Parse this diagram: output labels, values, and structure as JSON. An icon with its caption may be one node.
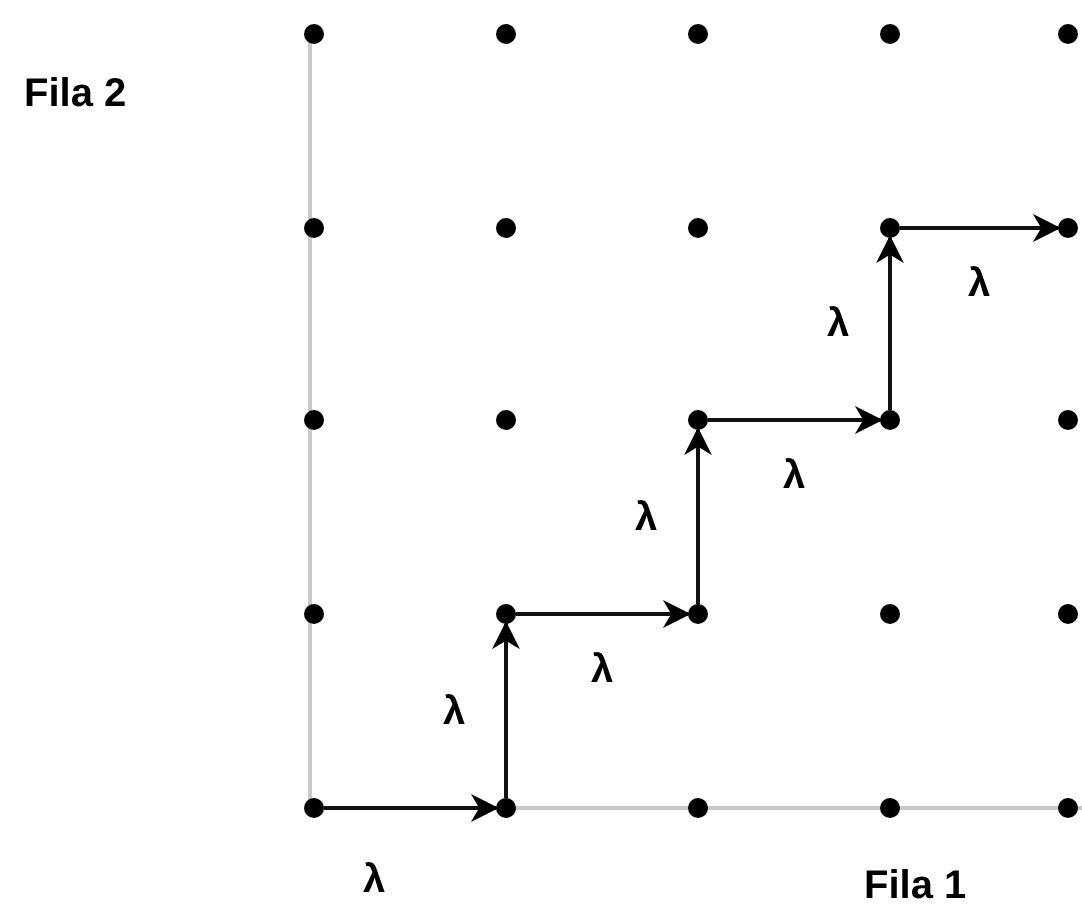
{
  "diagram": {
    "nodes": [
      {
        "text": [],
        "shape": "circle"
      },
      {
        "text": [],
        "shape": "circle"
      },
      {
        "text": [],
        "shape": "circle"
      },
      {
        "text": [],
        "shape": "circle"
      },
      {
        "text": [],
        "shape": "circle"
      },
      {
        "text": [],
        "shape": "circle"
      },
      {
        "text": [],
        "shape": "circle"
      },
      {
        "text": [],
        "shape": "circle"
      },
      {
        "text": [],
        "shape": "circle"
      },
      {
        "text": [],
        "shape": "circle"
      },
      {
        "text": [],
        "shape": "circle"
      },
      {
        "text": [],
        "shape": "circle"
      },
      {
        "text": [],
        "shape": "circle"
      },
      {
        "text": [],
        "shape": "circle"
      },
      {
        "text": [],
        "shape": "circle"
      },
      {
        "text": [],
        "shape": "circle"
      },
      {
        "text": [],
        "shape": "circle"
      },
      {
        "text": [],
        "shape": "circle"
      },
      {
        "text": [],
        "shape": "circle"
      },
      {
        "text": [],
        "shape": "circle"
      },
      {
        "text": [],
        "shape": "circle"
      },
      {
        "text": [],
        "shape": "circle"
      },
      {
        "text": [],
        "shape": "circle"
      },
      {
        "text": [],
        "shape": "circle"
      },
      {
        "text": [],
        "shape": "circle"
      }
    ],
    "edges": [
      {
        "from": 20,
        "to": 21,
        "arrow": "to",
        "label": "λ"
      },
      {
        "from": 21,
        "to": 16,
        "arrow": "to",
        "label": "λ"
      },
      {
        "from": 16,
        "to": 17,
        "arrow": "to",
        "label": "λ"
      },
      {
        "from": 17,
        "to": 12,
        "arrow": "to",
        "label": "λ"
      },
      {
        "from": 12,
        "to": 13,
        "arrow": "to",
        "label": "λ"
      },
      {
        "from": 13,
        "to": 8,
        "arrow": "to",
        "label": "λ"
      },
      {
        "from": 8,
        "to": 9,
        "arrow": "to",
        "label": "λ"
      }
    ],
    "labels": [
      "Fila 2",
      "Fila 1"
    ]
  }
}
